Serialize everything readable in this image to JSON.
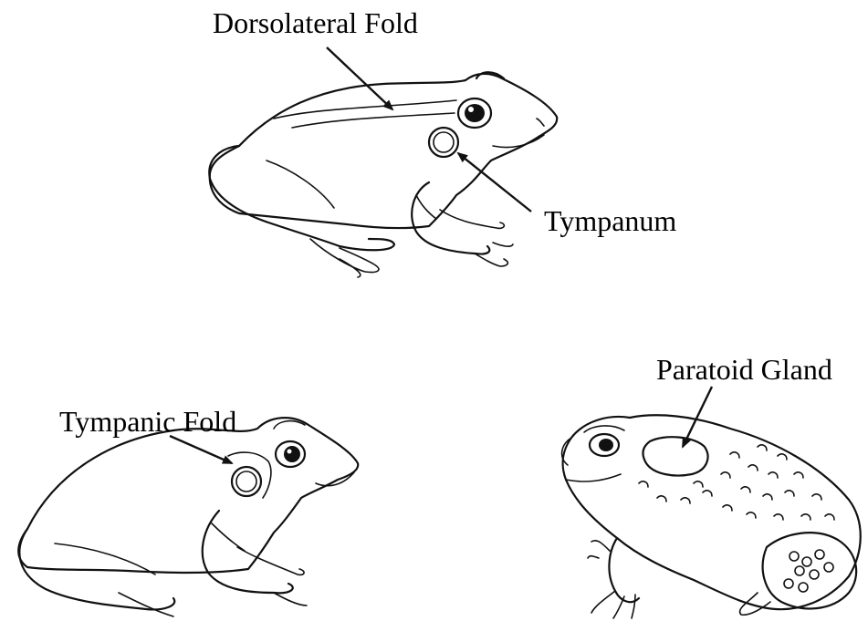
{
  "labels": {
    "dorsolateral_fold": "Dorsolateral Fold",
    "tympanum": "Tympanum",
    "tympanic_fold": "Tympanic Fold",
    "paratoid_gland": "Paratoid Gland"
  },
  "colors": {
    "ink": "#111111",
    "background": "#ffffff"
  }
}
